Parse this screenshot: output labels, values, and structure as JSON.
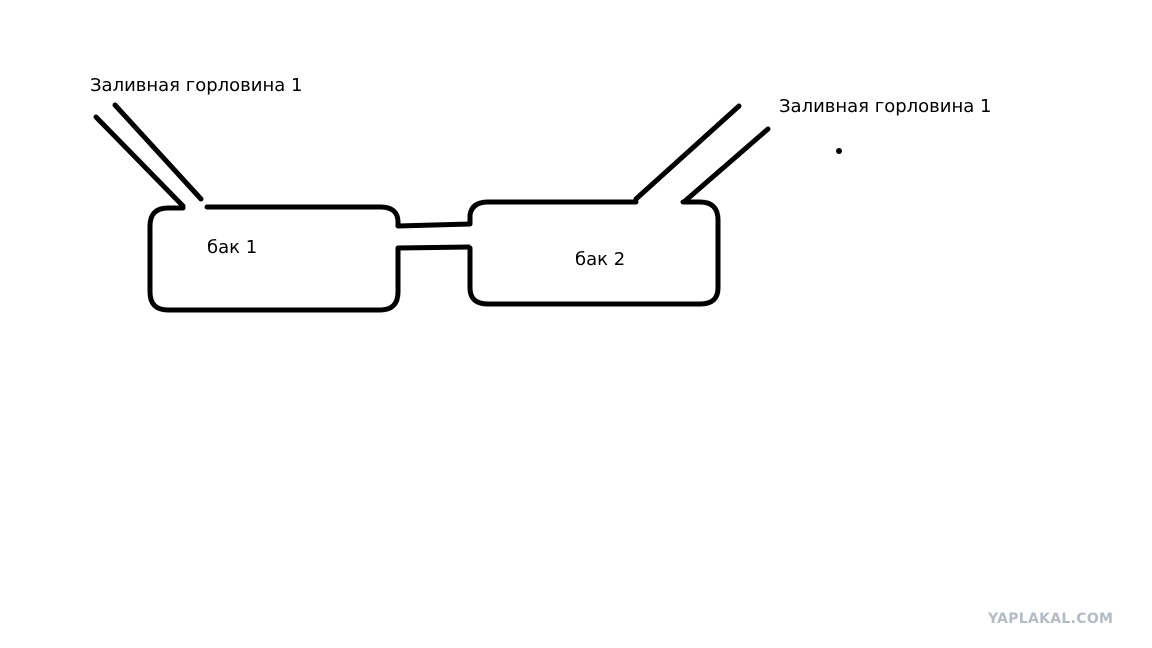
{
  "labels": {
    "neck_left": "Заливная горловина 1",
    "neck_right": "Заливная горловина 1",
    "tank_1": "бак 1",
    "tank_2": "бак 2"
  },
  "watermark": "YAPLAKAL.COM",
  "colors": {
    "background": "#ffffff",
    "stroke": "#000000",
    "watermark": "#b3bcc6"
  }
}
